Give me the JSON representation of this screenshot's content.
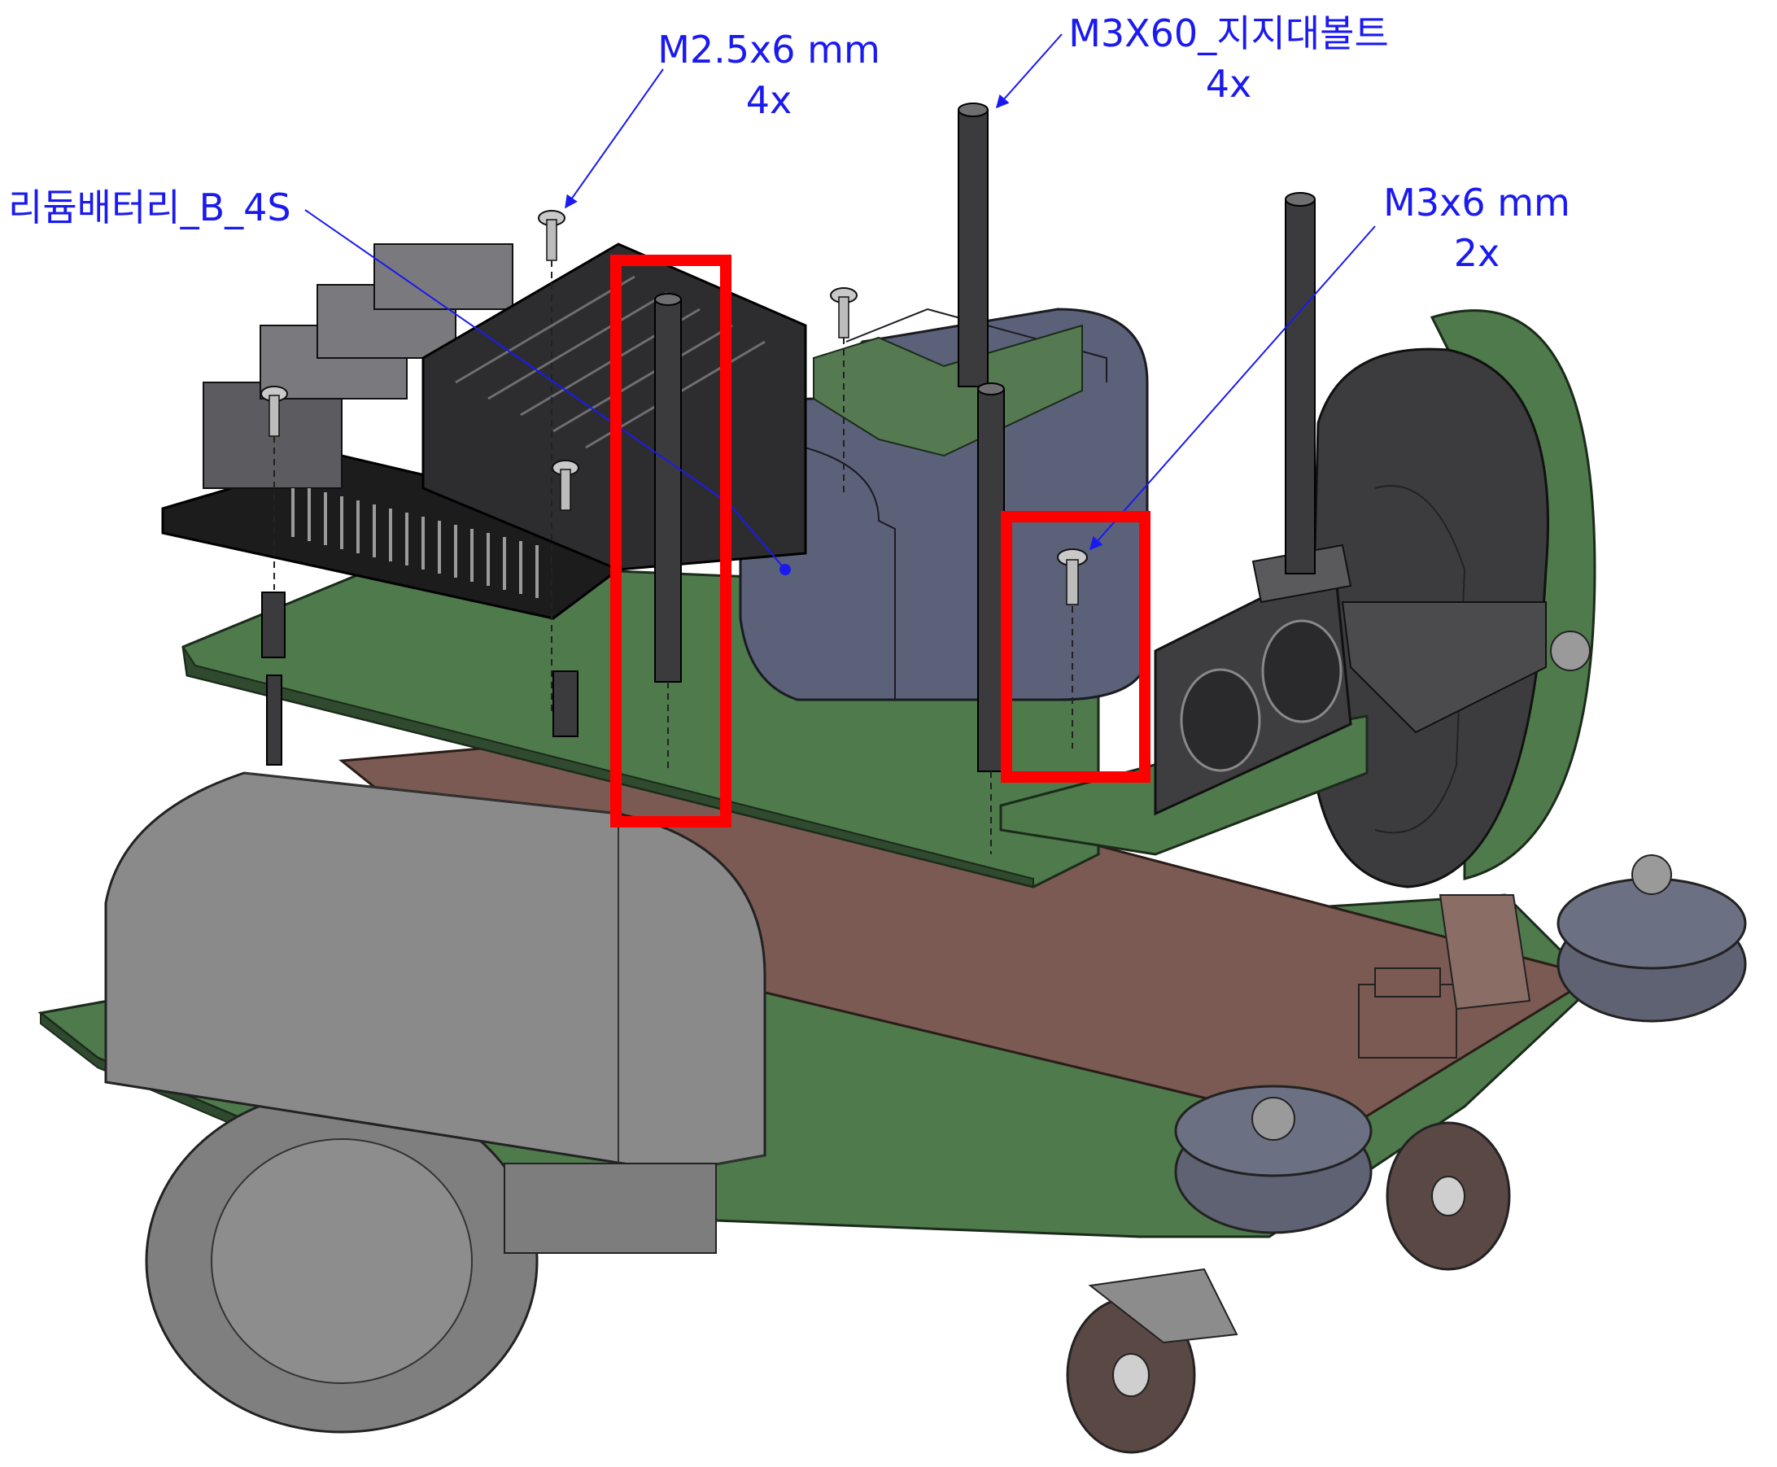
{
  "colors": {
    "leader": "#1a1af0",
    "highlight": "#ff0000",
    "pcb_green": "#4e7a4c",
    "pcb_brown": "#7a5a52",
    "battery": "#5a6178",
    "motor_gray": "#8a8a8a",
    "wheel_dark": "#3c3c3e"
  },
  "callouts": {
    "m25": {
      "label": "M2.5x6 mm",
      "qty": "4x"
    },
    "m3x60": {
      "label": "M3X60_지지대볼트",
      "qty": "4x"
    },
    "m3x6": {
      "label": "M3x6 mm",
      "qty": "2x"
    },
    "battery": {
      "label": "리듐배터리_B_4S"
    }
  }
}
